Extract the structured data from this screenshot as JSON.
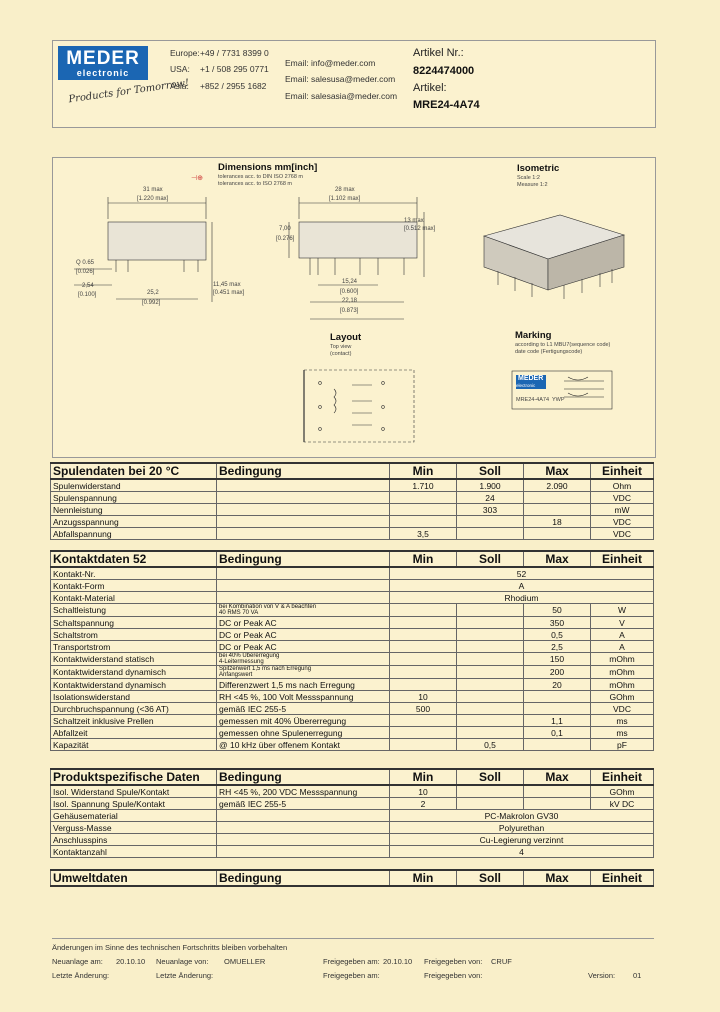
{
  "header": {
    "logo_line1": "MEDER",
    "logo_line2": "electronic",
    "slogan": "Products for Tomorrow!",
    "contacts": [
      {
        "region": "Europe:",
        "phone": "+49 / 7731 8399 0",
        "email": "| Email: info@meder.com"
      },
      {
        "region": "USA:",
        "phone": "+1 / 508 295 0771",
        "email": "| Email: salesusa@meder.com"
      },
      {
        "region": "Asia:",
        "phone": "+852 / 2955 1682",
        "email": "| Email: salesasia@meder.com"
      }
    ],
    "artikel_nr_label": "Artikel Nr.:",
    "artikel_nr": "8224474000",
    "artikel_label": "Artikel:",
    "artikel": "MRE24-4A74"
  },
  "drawing": {
    "dimensions_title": "Dimensions mm[inch]",
    "dimensions_note1": "tolerances acc. to DIN ISO 2768 m",
    "dimensions_note2": "tolerances acc. to ISO 2768 m",
    "isometric_title": "Isometric",
    "isometric_scale": "Scale 1:2",
    "isometric_unit": "Measure 1:2",
    "layout_title": "Layout",
    "layout_sub1": "Top view",
    "layout_sub2": "(contact)",
    "marking_title": "Marking",
    "marking_sub1": "according to L1 MBU7(sequence code)",
    "marking_sub2": "date code (Fertigungscode)",
    "marking_logo": "MEDER",
    "marking_logo2": "electronic",
    "marking_part": "MRE24-4A74",
    "marking_code": "YWP",
    "label_d1": "31 max",
    "label_d1b": "[1.220 max]",
    "label_d2": "28 max",
    "label_d2b": "[1.102 max]",
    "label_h": "7,00",
    "label_hb": "[0.276]",
    "label_v": "13 max",
    "label_vb": "[0.512 max]",
    "label_pin1": "Q 0.65",
    "label_pin1b": "[0.026]",
    "label_pin2": "2,54",
    "label_pin2b": "[0.100]",
    "label_len": "25,2",
    "label_lenb": "[0.992]",
    "label_p1": "15,24",
    "label_p1b": "[0.600]",
    "label_p2": "22,18",
    "label_p2b": "[0.873]",
    "label_side": "11,45 max",
    "label_sideb": "[0.451 max]"
  },
  "tables": [
    {
      "header": [
        "Spulendaten bei 20 °C",
        "Bedingung",
        "Min",
        "Soll",
        "Max",
        "Einheit"
      ],
      "rows": [
        [
          "Spulenwiderstand",
          "",
          "1.710",
          "1.900",
          "2.090",
          "Ohm"
        ],
        [
          "Spulenspannung",
          "",
          "",
          "24",
          "",
          "VDC"
        ],
        [
          "Nennleistung",
          "",
          "",
          "303",
          "",
          "mW"
        ],
        [
          "Anzugsspannung",
          "",
          "",
          "",
          "18",
          "VDC"
        ],
        [
          "Abfallspannung",
          "",
          "3,5",
          "",
          "",
          "VDC"
        ]
      ]
    },
    {
      "header": [
        "Kontaktdaten 52",
        "Bedingung",
        "Min",
        "Soll",
        "Max",
        "Einheit"
      ],
      "rows": [
        [
          "Kontakt-Nr.",
          "",
          "",
          "52",
          "",
          ""
        ],
        [
          "Kontakt-Form",
          "",
          "",
          "A",
          "",
          ""
        ],
        [
          "Kontakt-Material",
          "",
          "",
          "Rhodium",
          "",
          ""
        ],
        [
          "Schaltleistung",
          "bei Kombination von V & A beachten|40 RMS 70 VA",
          "",
          "",
          "50",
          "W"
        ],
        [
          "Schaltspannung",
          "DC or Peak AC",
          "",
          "",
          "350",
          "V"
        ],
        [
          "Schaltstrom",
          "DC or Peak AC",
          "",
          "",
          "0,5",
          "A"
        ],
        [
          "Transportstrom",
          "DC or Peak AC",
          "",
          "",
          "2,5",
          "A"
        ],
        [
          "Kontaktwiderstand statisch",
          "bei 40% Übererregung|4-Leitermessung",
          "",
          "",
          "150",
          "mOhm"
        ],
        [
          "Kontaktwiderstand dynamisch",
          "Spitzenwert 1,5 ms nach Erregung|Anfangswert",
          "",
          "",
          "200",
          "mOhm"
        ],
        [
          "Kontaktwiderstand dynamisch",
          "Differenzwert 1,5 ms nach Erregung",
          "",
          "",
          "20",
          "mOhm"
        ],
        [
          "Isolationswiderstand",
          "RH <45 %, 100 Volt Messspannung",
          "10",
          "",
          "",
          "GOhm"
        ],
        [
          "Durchbruchspannung (<36 AT)",
          "gemäß  IEC 255-5",
          "500",
          "",
          "",
          "VDC"
        ],
        [
          "Schaltzeit inklusive Prellen",
          "gemessen mit 40% Übererregung",
          "",
          "",
          "1,1",
          "ms"
        ],
        [
          "Abfallzeit",
          "gemessen ohne Spulenerregung",
          "",
          "",
          "0,1",
          "ms"
        ],
        [
          "Kapazität",
          "@ 10 kHz über offenem Kontakt",
          "",
          "0,5",
          "",
          "pF"
        ]
      ]
    },
    {
      "header": [
        "Produktspezifische Daten",
        "Bedingung",
        "Min",
        "Soll",
        "Max",
        "Einheit"
      ],
      "rows": [
        [
          "Isol. Widerstand Spule/Kontakt",
          "RH <45 %, 200 VDC Messspannung",
          "10",
          "",
          "",
          "GOhm"
        ],
        [
          "Isol. Spannung Spule/Kontakt",
          "gemäß  IEC 255-5",
          "2",
          "",
          "",
          "kV DC"
        ],
        [
          "Gehäusematerial",
          "",
          "",
          "PC-Makrolon GV30",
          "",
          ""
        ],
        [
          "Verguss-Masse",
          "",
          "",
          "Polyurethan",
          "",
          ""
        ],
        [
          "Anschlusspins",
          "",
          "",
          "Cu-Legierung verzinnt",
          "",
          ""
        ],
        [
          "Kontaktanzahl",
          "",
          "",
          "4",
          "",
          ""
        ]
      ]
    },
    {
      "header": [
        "Umweltdaten",
        "Bedingung",
        "Min",
        "Soll",
        "Max",
        "Einheit"
      ],
      "rows": []
    }
  ],
  "footer": {
    "note": "Änderungen im Sinne des technischen Fortschritts bleiben vorbehalten",
    "row1": [
      "Neuanlage am:",
      "20.10.10",
      "Neuanlage von:",
      "OMUELLER",
      "Freigegeben am:",
      "20.10.10",
      "Freigegeben von:",
      "CRUF"
    ],
    "row2": [
      "Letzte Änderung:",
      "",
      "Letzte Änderung:",
      "",
      "Freigegeben am:",
      "",
      "Freigegeben von:",
      "",
      "Version:",
      "01"
    ]
  }
}
